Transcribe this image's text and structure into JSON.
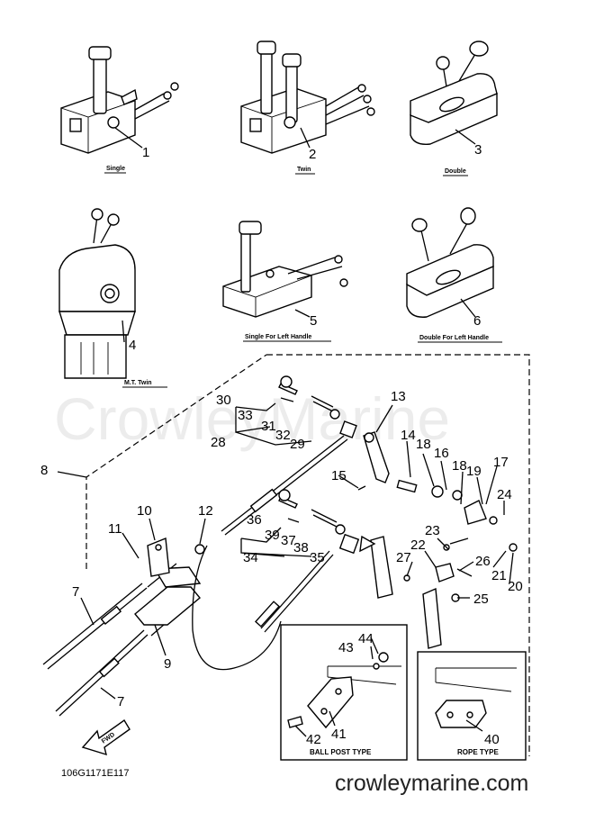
{
  "watermark": "CrowleyMarine",
  "captions": {
    "single": "Single",
    "twin": "Twin",
    "double": "Double",
    "mt_twin": "M.T. Twin",
    "single_left": "Single For Left Handle",
    "double_left": "Double For Left Handle",
    "ball_post": "BALL POST TYPE",
    "rope": "ROPE TYPE",
    "fwd": "FWD"
  },
  "part_numbers": {
    "p1": "1",
    "p2": "2",
    "p3": "3",
    "p4": "4",
    "p5": "5",
    "p6": "6",
    "p7a": "7",
    "p7b": "7",
    "p8": "8",
    "p9": "9",
    "p10": "10",
    "p11": "11",
    "p12": "12",
    "p13": "13",
    "p14": "14",
    "p15": "15",
    "p16": "16",
    "p17": "17",
    "p18": "18",
    "p18b": "18",
    "p19": "19",
    "p20": "20",
    "p21": "21",
    "p22": "22",
    "p23": "23",
    "p24": "24",
    "p25": "25",
    "p26": "26",
    "p27": "27",
    "p28": "28",
    "p29": "29",
    "p30": "30",
    "p31": "31",
    "p32": "32",
    "p33": "33",
    "p34": "34",
    "p35": "35",
    "p36": "36",
    "p37": "37",
    "p38": "38",
    "p39": "39",
    "p40": "40",
    "p41": "41",
    "p42": "42",
    "p43": "43",
    "p44": "44"
  },
  "diagram_code": "106G1171E117",
  "site_url": "crowleymarine.com"
}
